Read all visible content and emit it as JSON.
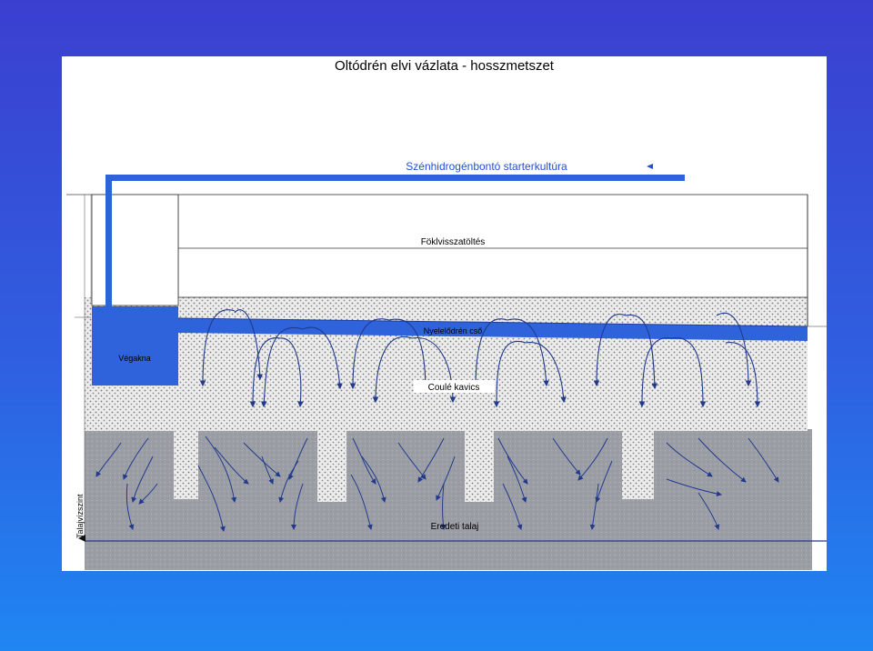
{
  "title": "Oltódrén elvi vázlata - hosszmetszet",
  "labels": {
    "culture": "Szénhidrogénbontó starterkultúra",
    "backfill": "Föklvisszatöltés",
    "pipe": "Nyelelődrén cső",
    "gravel": "Coulé kavics",
    "shaft": "Végakna",
    "groundwater": "Talajvízszint",
    "soil": "Eredeti talaj"
  },
  "colors": {
    "slide_bg_top": "#3b3fd0",
    "slide_bg_bottom": "#1f86f2",
    "pipe_blue": "#2f63dc",
    "label_blue": "#1f4fd6",
    "soil_grey": "#9a9ca4",
    "gravel_bg": "#eaeaea",
    "arrow_blue": "#213a8c"
  }
}
